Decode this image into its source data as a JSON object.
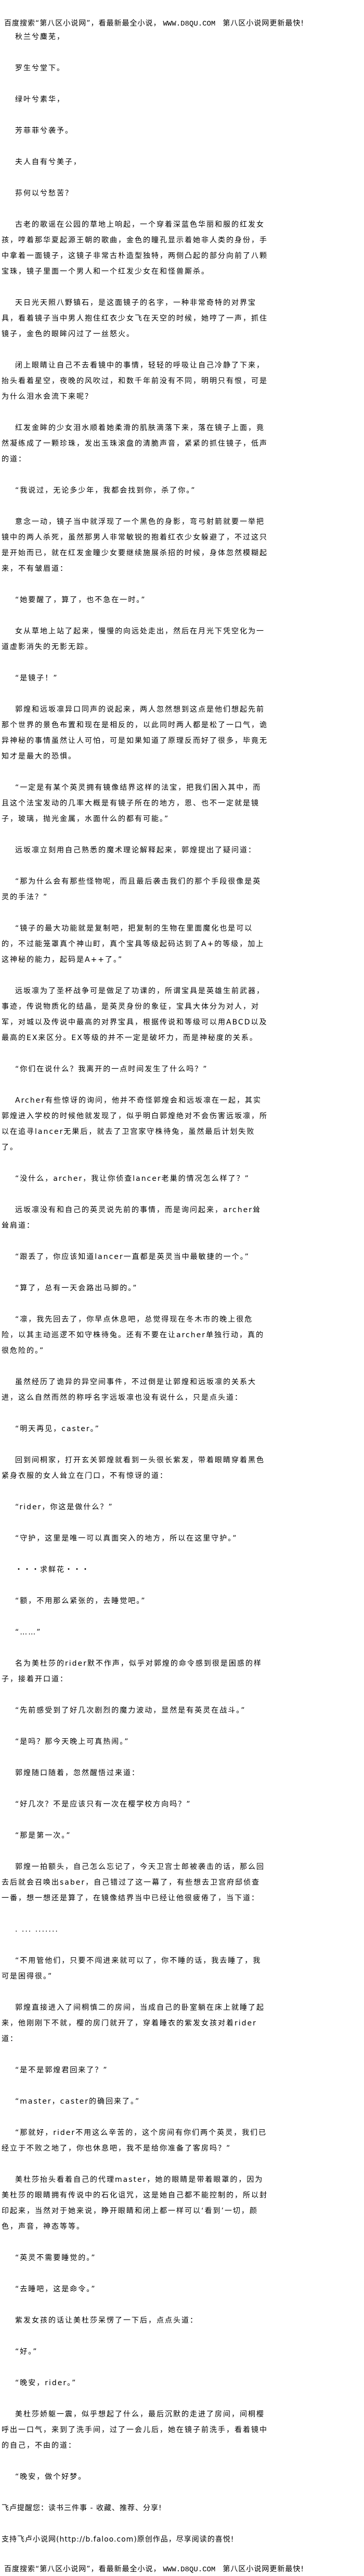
{
  "top_banner": {
    "text": "百度搜索“第八区小说网”，看最新最全小说，",
    "url": "WWW.D8QU.COM",
    "tail": "第八区小说网更新最快!"
  },
  "paragraphs": [
    "秋兰兮麋芜，",
    "罗生兮堂下。",
    "绿叶兮素华，",
    "芳菲菲兮袭予。",
    "夫人自有兮美子，",
    "荪何以兮愁苦？",
    "古老的歌谣在公园的草地上响起，一个穿着深蓝色华丽和服的红发女孩，哼着那华夏起源王朝的歌曲，金色的瞳孔显示着她非人类的身份，手中拿着一面镜子，这镜子非常古朴造型独特，两侧凸起的部分向前了八颗宝珠，镜子里面一个男人和一个红发少女在和怪兽厮杀。",
    "天日光天照八野镇石，是这面镜子的名字，一种非常奇特的对界宝具，看着镜子当中男人抱住红衣少女飞在天空的时候，她哼了一声，抓住镜子，金色的眼眸闪过了一丝怒火。",
    "闭上眼睛让自己不去看镜中的事情，轻轻的呼吸让自己冷静了下来，抬头看着星空，夜晚的风吹过，和数千年前没有不同，明明只有恨，可是为什么泪水会流下来呢？",
    "红发金眸的少女泪水顺着她柔滑的肌肤滴落下来，落在镜子上面，竟然凝练成了一颗珍珠，发出玉珠滚盘的清脆声音，紧紧的抓住镜子，低声的道：",
    "“我说过，无论多少年，我都会找到你，杀了你。”",
    "意念一动，镜子当中就浮现了一个黑色的身影，弯弓射箭就要一举把镜中的两人杀死，虽然那男人非常敏锐的抱着红衣少女躲避了，不过这只是开始而已，就在红发金瞳少女要继续施展杀招的时候，身体忽然模糊起来，不有皱眉道：",
    "“她要醒了，算了，也不急在一时。”",
    "女从草地上站了起来，慢慢的向远处走出，然后在月光下凭空化为一道虚影消失的无影无踪。",
    "“是镜子！”",
    "郭煌和远坂凛异口同声的说起来，两人忽然想到这点是他们想起先前那个世界的景色布置和现在是相反的，以此同时两人都是松了一口气，诡异神秘的事情虽然让人可怕，可是如果知道了原理反而好了很多，毕竟无知才是最大的恐惧。",
    "“一定是有某个英灵拥有镜像结界这样的法宝，把我们困入其中，而且这个法宝发动的几率大概是有镜子所在的地方，恩、也不一定就是镜子，玻璃，抛光金属，水面什么的都有可能。”",
    "远坂凛立刻用自己熟悉的魔术理论解释起来，郭煌提出了疑问道：",
    "“那为什么会有那些怪物呢，而且最后袭击我们的那个手段很像是英灵的手法？”",
    "“镜子的最大功能就是复制吧，把复制的生物在里面魔化也是可以的，不过能笼罩真个神山町，真个宝具等级起码达到了A+的等级，加上这神秘的能力，起码是A++了。”",
    "远坂凛为了圣杯战争可是做足了功课的，所谓宝具是英雄生前武器，事迹，传说物质化的结晶，是英灵身份的象征，宝具大体分为对人，对军，对城以及传说中最高的对界宝具，根据传说和等级可以用ABCD以及最高的EX来区分。EX等级的并不一定是破坏力，而是神秘度的关系。",
    "“你们在说什么？我离开的一点时间发生了什么吗？”",
    "Archer有些惊讶的询问，他并不奇怪郭煌会和远坂凛在一起，其实郭煌进入学校的时候他就发现了，似乎明白郭煌绝对不会伤害远坂凛，所以在追寻lancer无果后，就去了卫宫家守株待兔，虽然最后计划失败了。",
    "“没什么，archer，我让你侦查lancer老巢的情况怎么样了？”",
    "远坂凛没有和自己的英灵说先前的事情，而是询问起来，archer耸耸肩道：",
    "“跟丢了，你应该知道lancer一直都是英灵当中最敏捷的一个。”",
    "“算了，总有一天会路出马脚的。”",
    "“凛，我先回去了，你早点休息吧，总觉得现在冬木市的晚上很危险，以其主动巡逻不如守株待兔。还有不要在让archer单独行动，真的很危险的。”",
    "虽然经历了诡异的异空间事件，不过倒是让郭煌和远坂凛的关系大进，这么自然而然的称呼名字远坂凛也没有说什么，只是点头道：",
    "“明天再见，caster。”",
    "回到间桐家，打开玄关郭煌就看到一头很长紫发，带着眼睛穿着黑色紧身衣服的女人耸立在门口，不有惊讶的道：",
    "“rider，你这是做什么？”",
    "“守护，这里是唯一可以真面突入的地方，所以在这里守护。”",
    "・・・求鲜花・・・",
    "“额，不用那么紧张的，去睡觉吧。”",
    "“……”",
    "名为美杜莎的rider默不作声，似乎对郭煌的命令感到很是困惑的样子，接着开口道：",
    "“先前感受到了好几次剧烈的魔力波动，显然是有英灵在战斗。”",
    "“是吗？那今天晚上可真热闹。”",
    "郭煌随口随着，忽然醒悟过来道：",
    "“好几次？不是应该只有一次在樱学校方向吗？”",
    "“那是第一次。”",
    "郭煌一拍额头，自己怎么忘记了，今天卫宫士郎被袭击的话，那么回去后就会召唤出saber，自己错过了这一幕了，有些想去卫宫府邸侦查一番，想一想还是算了，在镜像结界当中已经让他很疲倦了，当下道：",
    ". ... .......",
    "“不用管他们，只要不闯进来就可以了，你不睡的话，我去睡了，我可是困得很。”",
    "郭煌直接进入了间桐慎二的房间，当成自己的卧室躺在床上就睡了起来，他刚刚下不就，樱的房门就开了，穿着睡衣的紫发女孩对着rider道：",
    "“是不是郭煌君回来了？”",
    "“master，caster的确回来了。”",
    "“那就好，rider不用这么辛苦的，这个房间有你们两个英灵，我们已经立于不败之地了，你也休息吧，我不是给你准备了客房吗？”",
    "美杜莎抬头看着自己的代理master，她的眼睛是带着眼罩的，因为美杜莎的眼睛拥有传说中的石化诅咒，这是她自己都不能控制的，所以封印起来，当然对于她来说，睁开眼睛和闭上都一样可以‘看到’一切，颜色，声音，神态等等。",
    "“英灵不需要睡觉的。”",
    "“去睡吧，这是命令。”",
    "紫发女孩的话让美杜莎呆愣了一下后，点点头道：",
    "“好。”",
    "“晚安，rider。”",
    "美杜莎娇躯一震，似乎想起了什么，最后沉默的走进了房间，间桐樱呼出一口气，来到了洗手间，过了一会儿后，她在镜子前洗手，看着镜中的自己，不由的道：",
    "“晚安，做个好梦。"
  ],
  "footer": {
    "reminder": "飞卢提醒您：读书三件事 - 收藏、推荐、分享!",
    "support": "支持飞卢小说网(http://b.faloo.com)原创作品，尽享阅读的喜悦!"
  },
  "bottom_banner": {
    "text": "百度搜索“第八区小说网”，看最新最全小说，",
    "url": "WWW.D8QU.COM",
    "tail": "第八区小说网更新最快!"
  }
}
